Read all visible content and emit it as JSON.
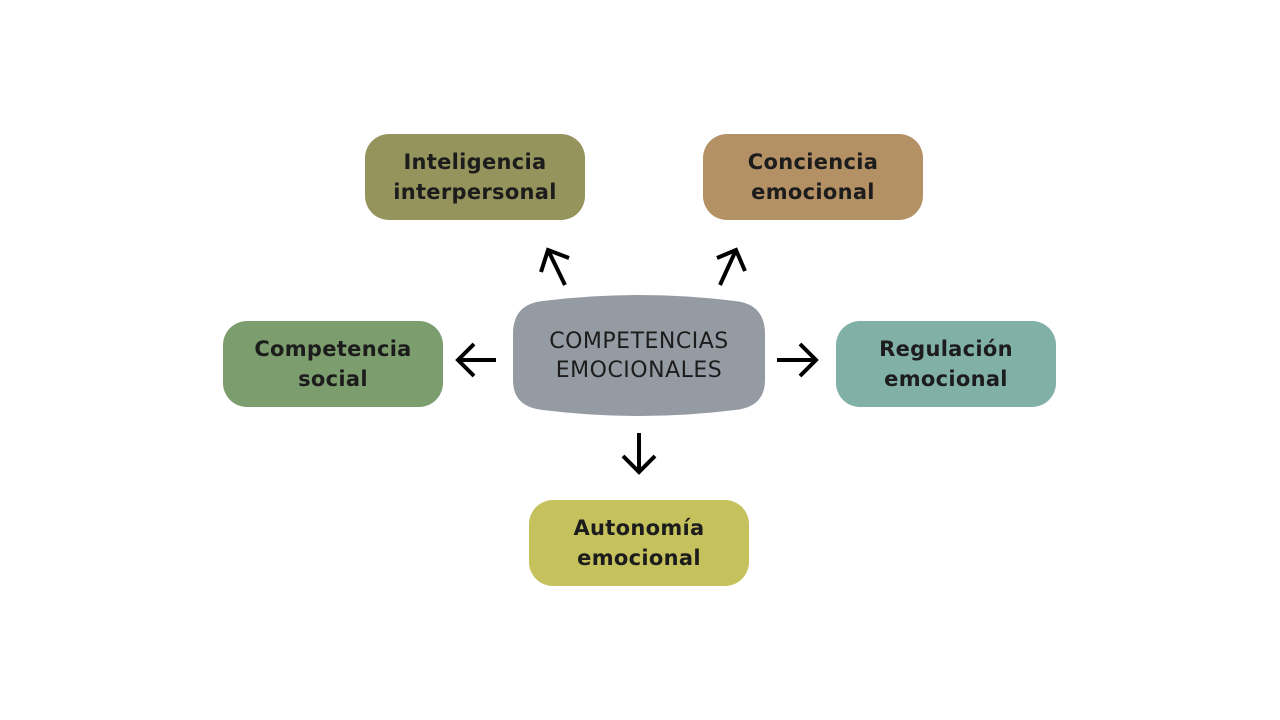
{
  "center": {
    "line1": "COMPETENCIAS",
    "line2": "EMOCIONALES",
    "color": "#959ba2"
  },
  "nodes": [
    {
      "line1": "Inteligencia",
      "line2": "interpersonal",
      "color": "#95945c"
    },
    {
      "line1": "Conciencia",
      "line2": "emocional",
      "color": "#b39165"
    },
    {
      "line1": "Competencia",
      "line2": "social",
      "color": "#7c9d6e"
    },
    {
      "line1": "Regulación",
      "line2": "emocional",
      "color": "#81b0a6"
    },
    {
      "line1": "Autonomía",
      "line2": "emocional",
      "color": "#c5c25e"
    }
  ]
}
